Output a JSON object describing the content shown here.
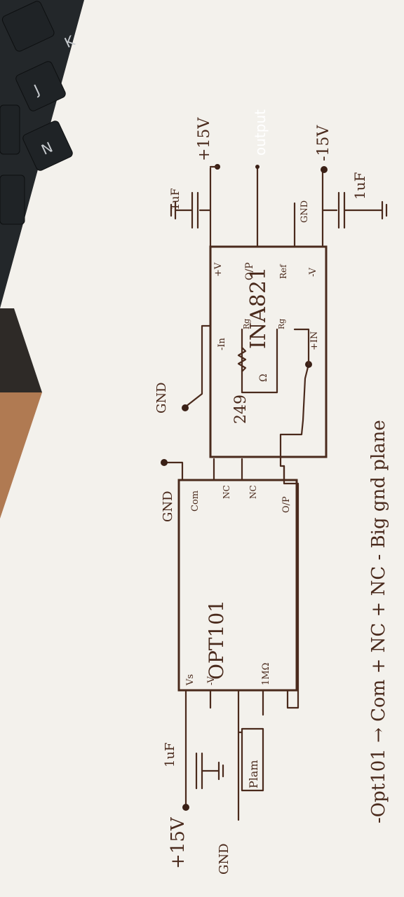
{
  "keyboard": {
    "keys": [
      "J",
      "N",
      "K"
    ]
  },
  "schematic": {
    "supply_pos_left": "+15V",
    "cap_left": "1uF",
    "gnd_left": "GND",
    "photodiode": "Plam",
    "opt101": {
      "title": "OPT101",
      "pin_vs": "Vs",
      "pin_neg_v": "-V",
      "pin_1m": "1MΩ",
      "pin_com": "Com",
      "pin_nc1": "NC",
      "pin_nc2": "NC",
      "pin_op": "O/P"
    },
    "gnd_top": "GND",
    "gnd_mid": "GND",
    "resistor_value": "249",
    "resistor_unit": "Ω",
    "ina821": {
      "title": "INA821",
      "pin_neg_in": "-In",
      "pin_rg1": "Rg",
      "pin_rg2": "Rg",
      "pin_pos_in": "+IN",
      "pin_pos_v": "+V",
      "pin_op": "O/P",
      "pin_ref": "Ref",
      "pin_neg_v": "-V"
    },
    "cap_top_right": "1uF",
    "supply_pos_right": "+15V",
    "output_label": "output",
    "gnd_ref": "GND",
    "supply_neg": "-15V",
    "cap_bottom_right": "1uF",
    "note": "-Opt101 → Com + NC + NC - Big gnd plane"
  }
}
